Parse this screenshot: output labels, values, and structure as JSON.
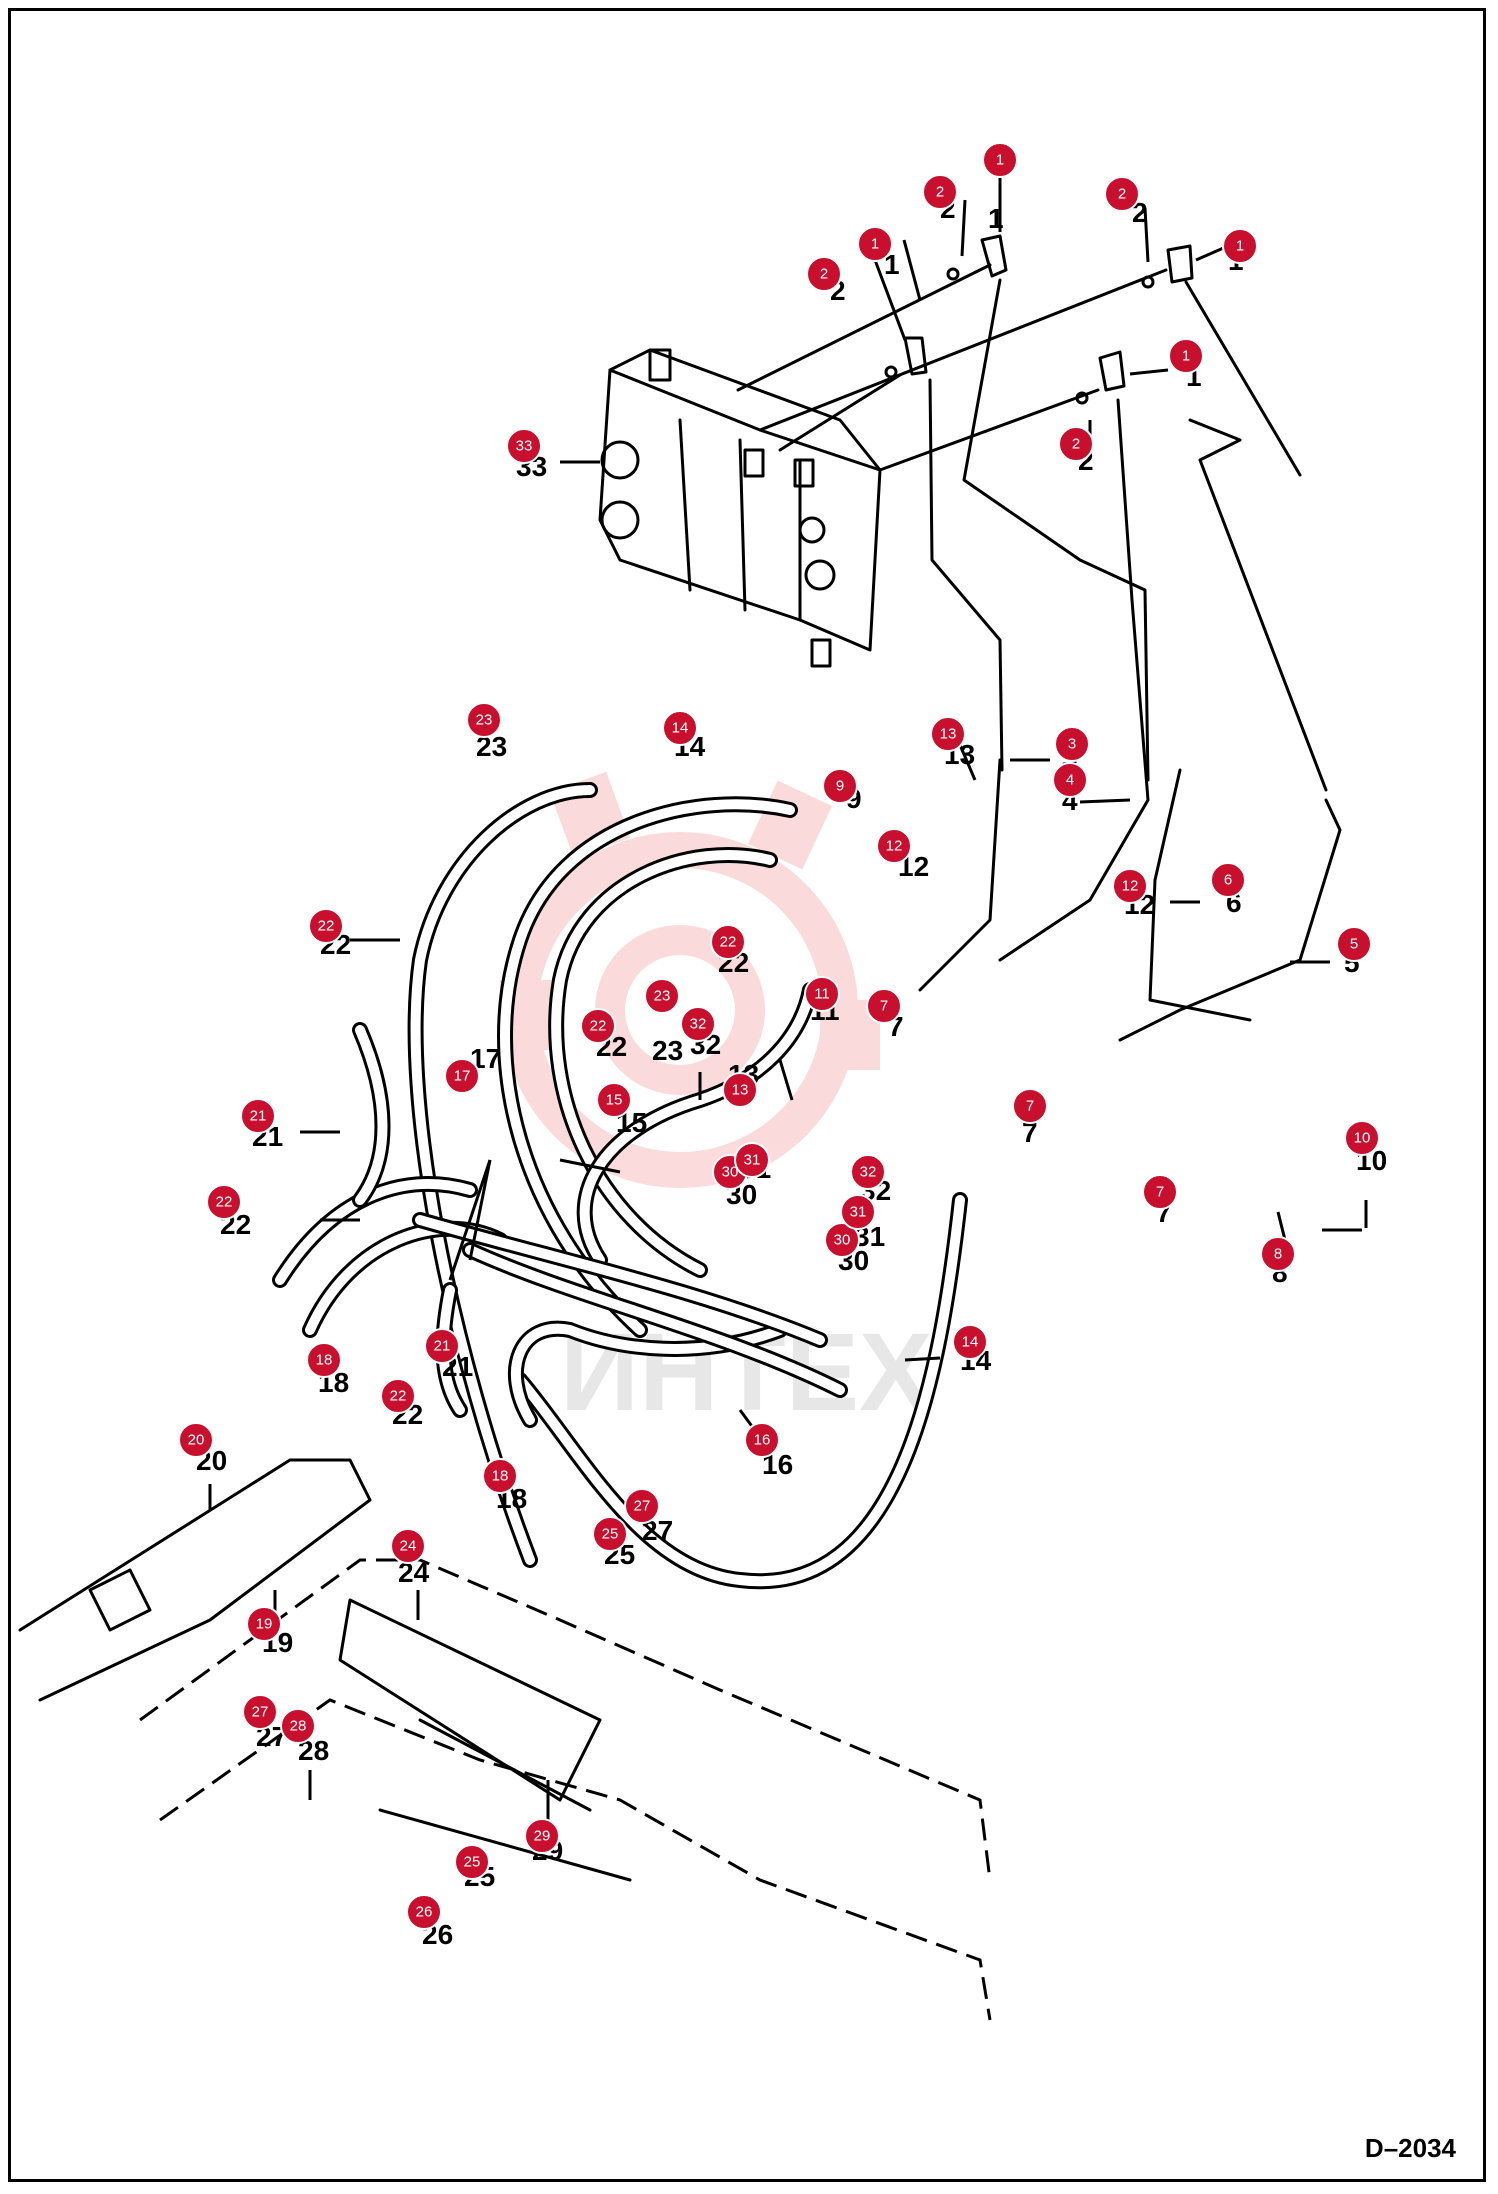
{
  "drawing_id": "D–2034",
  "watermark_text": "ИНТЕХ",
  "colors": {
    "callout": "#c8102e",
    "line": "#000000",
    "watermark": "#e83a3a"
  },
  "callouts": [
    {
      "id": "c1a",
      "label": "1"
    },
    {
      "id": "c1b",
      "label": "1"
    },
    {
      "id": "c1c",
      "label": "1"
    },
    {
      "id": "c1d",
      "label": "1"
    },
    {
      "id": "c2a",
      "label": "2"
    },
    {
      "id": "c2b",
      "label": "2"
    },
    {
      "id": "c2c",
      "label": "2"
    },
    {
      "id": "c2d",
      "label": "2"
    },
    {
      "id": "c3",
      "label": "3"
    },
    {
      "id": "c4",
      "label": "4"
    },
    {
      "id": "c5",
      "label": "5"
    },
    {
      "id": "c6",
      "label": "6"
    },
    {
      "id": "c7a",
      "label": "7"
    },
    {
      "id": "c7b",
      "label": "7"
    },
    {
      "id": "c7c",
      "label": "7"
    },
    {
      "id": "c8",
      "label": "8"
    },
    {
      "id": "c9",
      "label": "9"
    },
    {
      "id": "c10",
      "label": "10"
    },
    {
      "id": "c11",
      "label": "11"
    },
    {
      "id": "c12a",
      "label": "12"
    },
    {
      "id": "c12b",
      "label": "12"
    },
    {
      "id": "c13a",
      "label": "13"
    },
    {
      "id": "c13b",
      "label": "13"
    },
    {
      "id": "c14a",
      "label": "14"
    },
    {
      "id": "c14b",
      "label": "14"
    },
    {
      "id": "c15",
      "label": "15"
    },
    {
      "id": "c16",
      "label": "16"
    },
    {
      "id": "c17",
      "label": "17"
    },
    {
      "id": "c18a",
      "label": "18"
    },
    {
      "id": "c18b",
      "label": "18"
    },
    {
      "id": "c19",
      "label": "19"
    },
    {
      "id": "c20",
      "label": "20"
    },
    {
      "id": "c21a",
      "label": "21"
    },
    {
      "id": "c21b",
      "label": "21"
    },
    {
      "id": "c22a",
      "label": "22"
    },
    {
      "id": "c22b",
      "label": "22"
    },
    {
      "id": "c22c",
      "label": "22"
    },
    {
      "id": "c22d",
      "label": "22"
    },
    {
      "id": "c22e",
      "label": "22"
    },
    {
      "id": "c23a",
      "label": "23"
    },
    {
      "id": "c23b",
      "label": "23"
    },
    {
      "id": "c24",
      "label": "24"
    },
    {
      "id": "c25a",
      "label": "25"
    },
    {
      "id": "c25b",
      "label": "25"
    },
    {
      "id": "c26",
      "label": "26"
    },
    {
      "id": "c27a",
      "label": "27"
    },
    {
      "id": "c27b",
      "label": "27"
    },
    {
      "id": "c28",
      "label": "28"
    },
    {
      "id": "c29",
      "label": "29"
    },
    {
      "id": "c30a",
      "label": "30"
    },
    {
      "id": "c30b",
      "label": "30"
    },
    {
      "id": "c31a",
      "label": "31"
    },
    {
      "id": "c31b",
      "label": "31"
    },
    {
      "id": "c32a",
      "label": "32"
    },
    {
      "id": "c32b",
      "label": "32"
    },
    {
      "id": "c33",
      "label": "33"
    }
  ]
}
